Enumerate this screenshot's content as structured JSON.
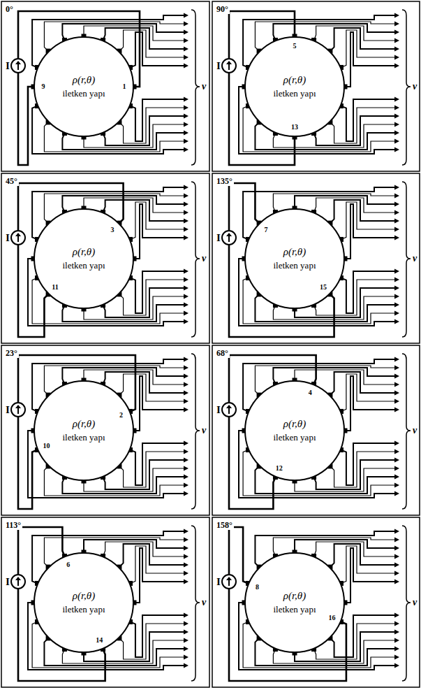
{
  "diagram": {
    "nodes": [
      {
        "text": [
          "ρ(r,θ)",
          "iletken yapı"
        ]
      },
      {
        "text": [
          "ρ(r,θ)",
          "iletken yapı"
        ]
      },
      {
        "text": [
          "ρ(r,θ)",
          "iletken yapı"
        ]
      },
      {
        "text": [
          "ρ(r,θ)",
          "iletken yapı"
        ]
      },
      {
        "text": [
          "ρ(r,θ)",
          "iletken yapı"
        ]
      },
      {
        "text": [
          "ρ(r,θ)",
          "iletken yapı"
        ]
      },
      {
        "text": [
          "ρ(r,θ)",
          "iletken yapı"
        ]
      },
      {
        "text": [
          "ρ(r,θ)",
          "iletken yapı"
        ]
      }
    ],
    "labels": [
      "0°",
      "I",
      "1",
      "9",
      "v",
      "90°",
      "I",
      "5",
      "13",
      "v",
      "45°",
      "I",
      "3",
      "11",
      "v",
      "135°",
      "I",
      "7",
      "15",
      "v",
      "23°",
      "I",
      "2",
      "10",
      "v",
      "68°",
      "I",
      "4",
      "12",
      "v",
      "113°",
      "I",
      "6",
      "14",
      "v",
      "158°",
      "I",
      "8",
      "16",
      "v"
    ]
  }
}
